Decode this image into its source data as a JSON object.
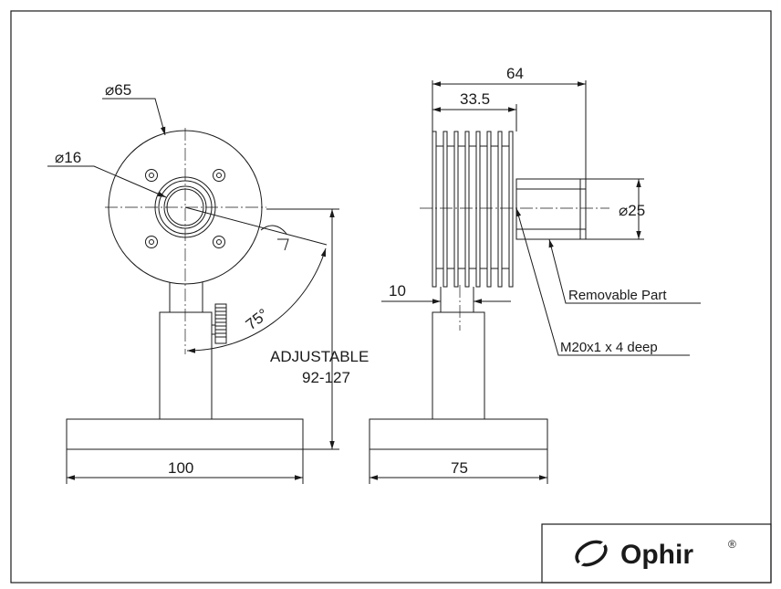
{
  "front_view": {
    "dia_outer": "⌀65",
    "dia_aperture": "⌀16",
    "angle": "75°",
    "height_label_1": "ADJUSTABLE",
    "height_label_2": "92-127",
    "base_width": "100"
  },
  "side_view": {
    "total_length": "64",
    "fin_length": "33.5",
    "dia_part": "⌀25",
    "post_dia": "10",
    "base_width": "75",
    "removable_label": "Removable Part",
    "thread_label": "M20x1 x 4 deep"
  },
  "logo": {
    "name": "Ophir",
    "mark": "®"
  }
}
